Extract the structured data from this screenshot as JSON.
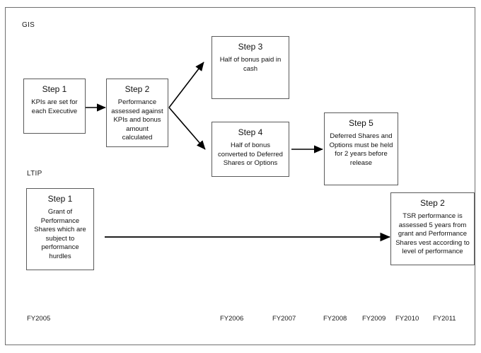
{
  "diagram": {
    "sections": [
      {
        "id": "gis",
        "label": "GIS"
      },
      {
        "id": "ltip",
        "label": "LTIP"
      }
    ],
    "gis_nodes": [
      {
        "title": "Step 1",
        "body": "KPIs are set for each Executive"
      },
      {
        "title": "Step 2",
        "body": "Performance assessed against KPIs and bonus amount calculated"
      },
      {
        "title": "Step 3",
        "body": "Half of bonus paid in cash"
      },
      {
        "title": "Step 4",
        "body": "Half of bonus converted to Deferred Shares or Options"
      },
      {
        "title": "Step 5",
        "body": "Deferred Shares and Options must be held for 2 years before release"
      }
    ],
    "ltip_nodes": [
      {
        "title": "Step 1",
        "body": "Grant of Performance Shares which are subject to performance hurdles"
      },
      {
        "title": "Step 2",
        "body": "TSR performance is assessed 5 years from grant and Performance Shares vest according to level of performance"
      }
    ],
    "timeline": [
      {
        "label": "FY2005"
      },
      {
        "label": "FY2006"
      },
      {
        "label": "FY2007"
      },
      {
        "label": "FY2008"
      },
      {
        "label": "FY2009"
      },
      {
        "label": "FY2010"
      },
      {
        "label": "FY2011"
      }
    ],
    "colors": {
      "frame_border": "#6f6f6f",
      "box_border": "#5a5a5a",
      "text": "#111111",
      "arrow": "#000000",
      "background": "#ffffff"
    }
  }
}
